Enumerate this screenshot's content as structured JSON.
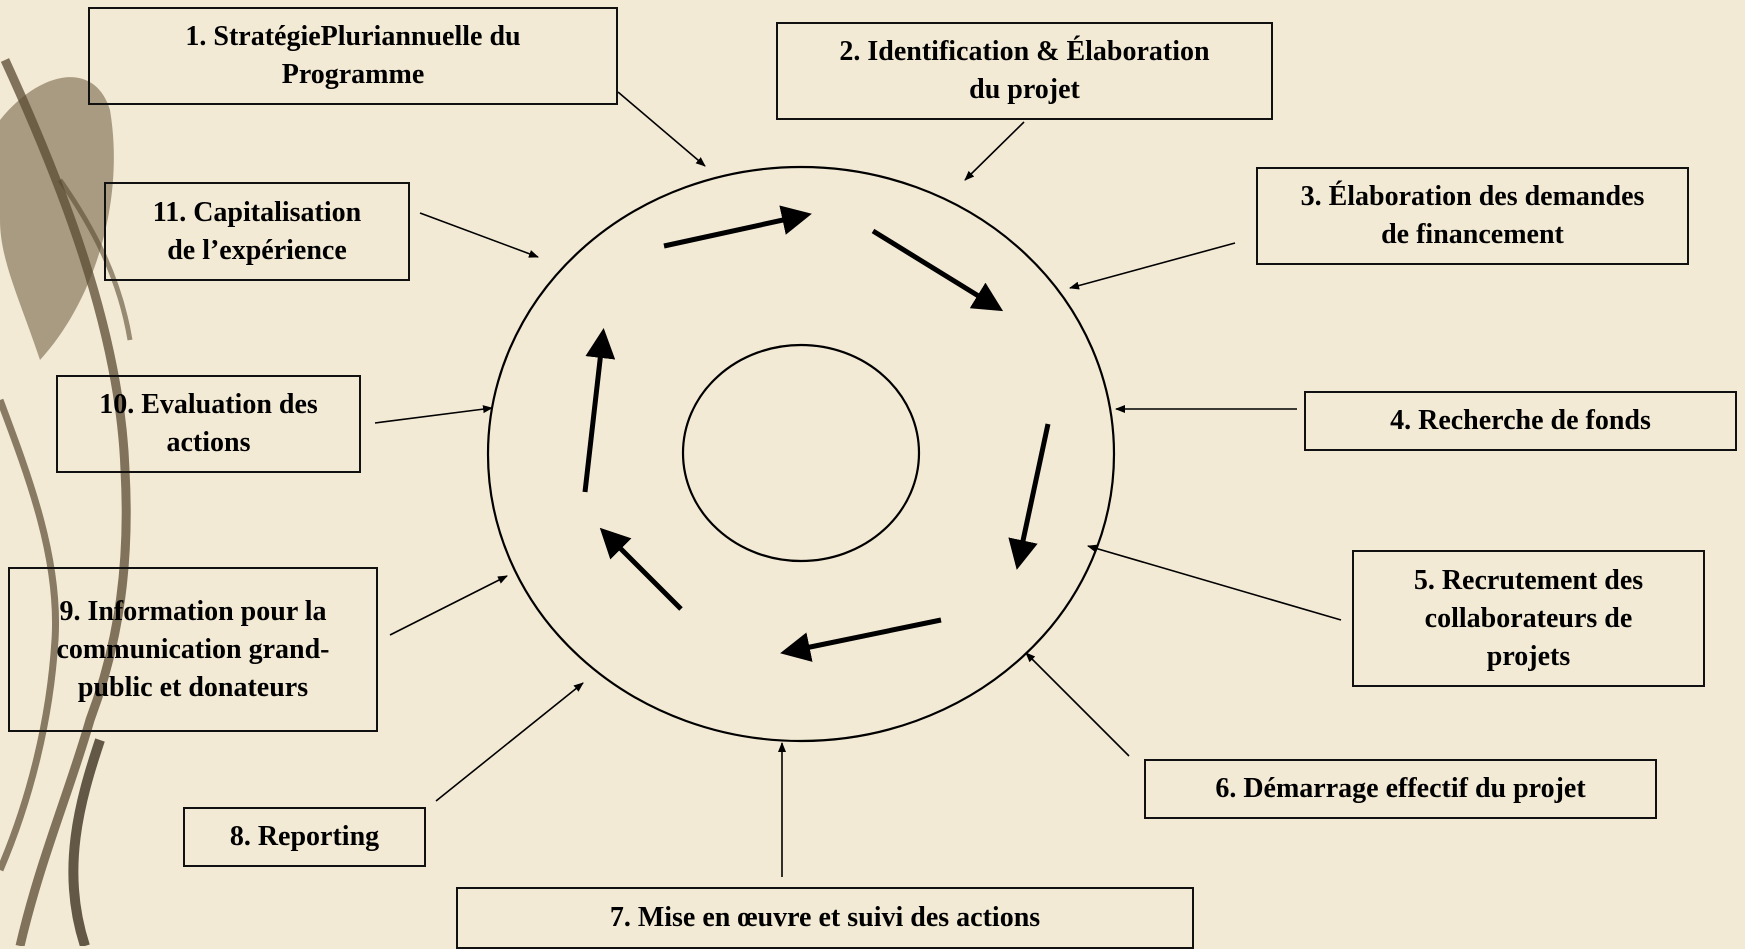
{
  "colors": {
    "background": "#f3ead5",
    "ink": "#000000",
    "stem": "#5a4a32"
  },
  "diagram": {
    "steps": [
      {
        "id": "step-1",
        "label": "1. StratégiePluriannuelle du\nProgramme"
      },
      {
        "id": "step-2",
        "label": "2. Identification & Élaboration\ndu  projet"
      },
      {
        "id": "step-3",
        "label": "3. Élaboration des demandes\nde financement"
      },
      {
        "id": "step-4",
        "label": "4. Recherche de fonds"
      },
      {
        "id": "step-5",
        "label": "5. Recrutement des\ncollaborateurs de\nprojets"
      },
      {
        "id": "step-6",
        "label": "6. Démarrage effectif du  projet"
      },
      {
        "id": "step-7",
        "label": "7. Mise en œuvre et suivi des actions"
      },
      {
        "id": "step-8",
        "label": "8. Reporting"
      },
      {
        "id": "step-9",
        "label": "9. Information pour la\ncommunication grand-\npublic et donateurs"
      },
      {
        "id": "step-10",
        "label": "10. Evaluation des\nactions"
      },
      {
        "id": "step-11",
        "label": "11. Capitalisation\nde l’expérience"
      }
    ]
  }
}
